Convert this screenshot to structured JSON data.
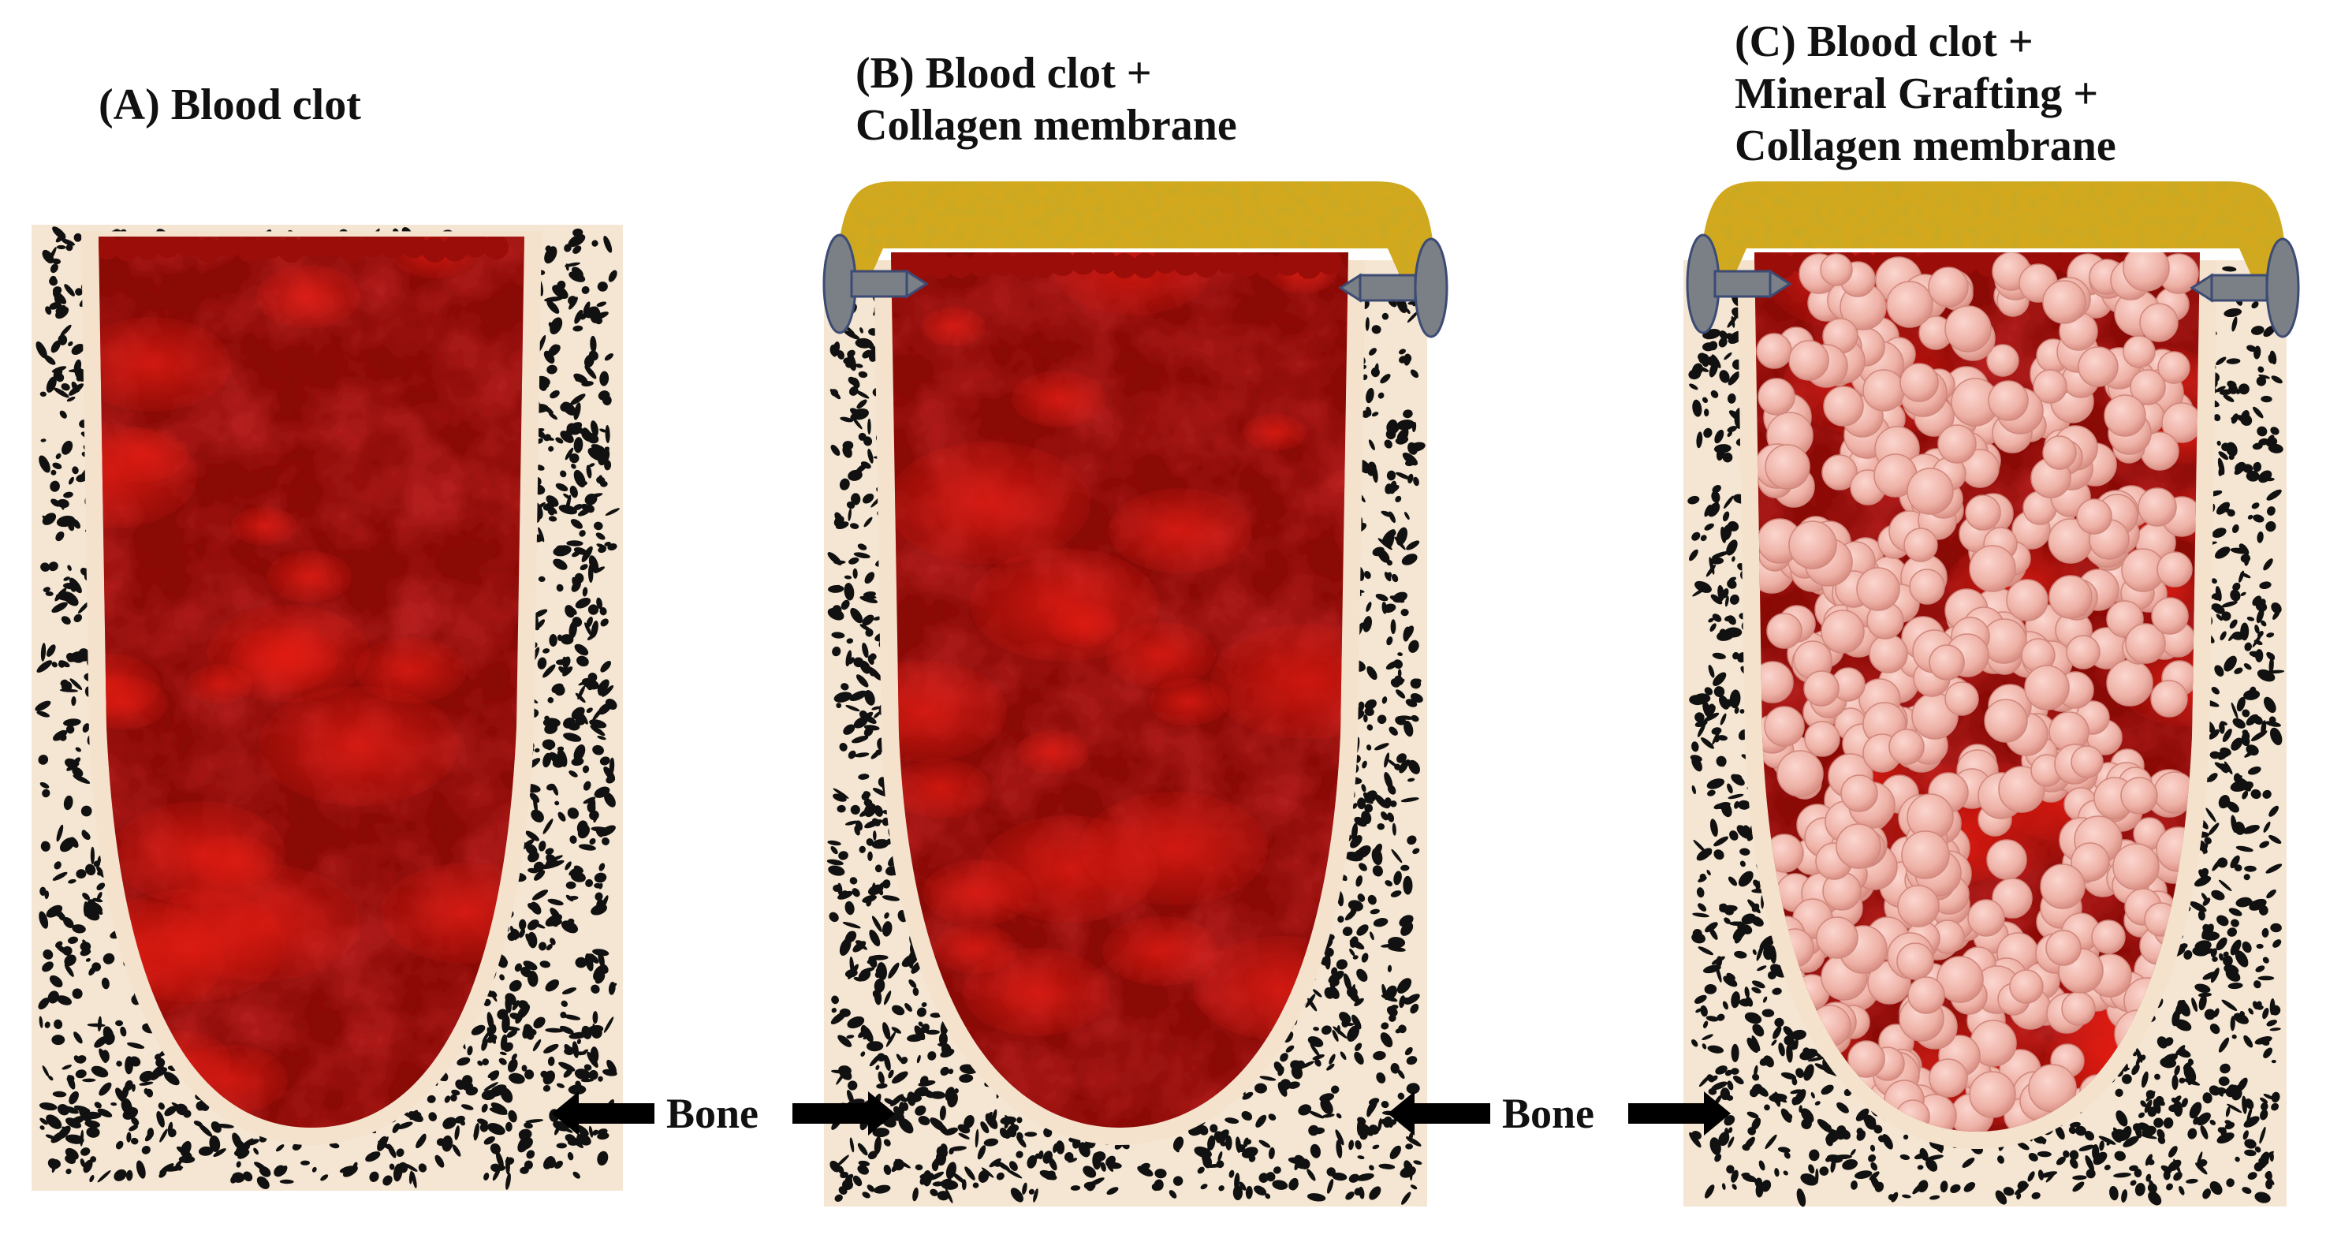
{
  "panels": [
    {
      "id": "A",
      "title_lines": [
        "(A) Blood clot"
      ],
      "membrane": false,
      "graft": false
    },
    {
      "id": "B",
      "title_lines": [
        "(B) Blood clot +",
        "Collagen membrane"
      ],
      "membrane": true,
      "graft": false
    },
    {
      "id": "C",
      "title_lines": [
        "(C) Blood clot +",
        "Mineral Grafting +",
        "Collagen membrane"
      ],
      "membrane": true,
      "graft": true
    }
  ],
  "bone_labels": [
    "Bone",
    "Bone"
  ],
  "colors": {
    "bone_base": "#f5e6d3",
    "bone_dots": "#111111",
    "socket_lining": "#f4e2cc",
    "blood_clot": "#8a0a06",
    "blood_highlight": "#e01a10",
    "membrane": "#d4a81c",
    "graft_particle": "#f2b8ae",
    "tack": "#7b7f86",
    "arrow": "#000000"
  },
  "icons": [
    "bone-pattern",
    "blood-clot-texture",
    "collagen-membrane",
    "graft-particles",
    "fixation-tack",
    "arrow-left-icon",
    "arrow-right-icon"
  ]
}
